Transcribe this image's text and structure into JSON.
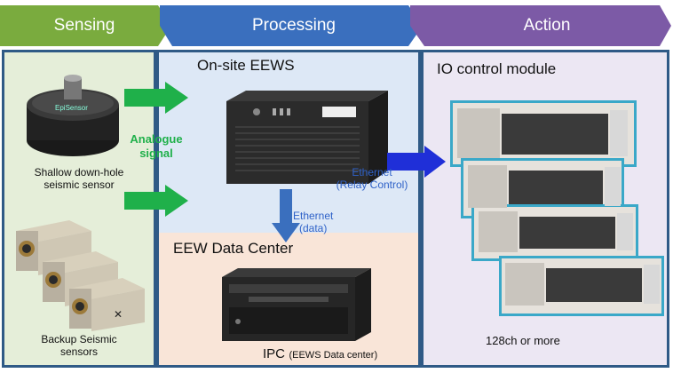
{
  "stages": {
    "sensing": "Sensing",
    "processing": "Processing",
    "action": "Action"
  },
  "sensing": {
    "shallow_sensor_label": [
      "Shallow down-hole",
      "seismic sensor"
    ],
    "analogue_label": [
      "Analogue",
      "signal"
    ],
    "backup_label": [
      "Backup Seismic",
      "sensors"
    ]
  },
  "processing": {
    "onsite_title": "On-site EEWS",
    "ethernet_data": [
      "Ethernet",
      "(data)"
    ],
    "datacenter_title": "EEW Data Center",
    "ipc_label": "IPC",
    "ipc_sub": "(EEWS Data center)"
  },
  "relay": {
    "label": [
      "Ethernet",
      "(Relay Control)"
    ]
  },
  "action": {
    "io_title": "IO control module",
    "channels": "128ch or more"
  },
  "colors": {
    "sensing": "#7aab3e",
    "processing": "#3a6fbe",
    "action": "#7c5aa6",
    "green_arrow": "#1fb04a",
    "blue_arrow": "#1f2fd8",
    "text_green": "#1fb04a",
    "text_blue": "#2f62c8"
  }
}
